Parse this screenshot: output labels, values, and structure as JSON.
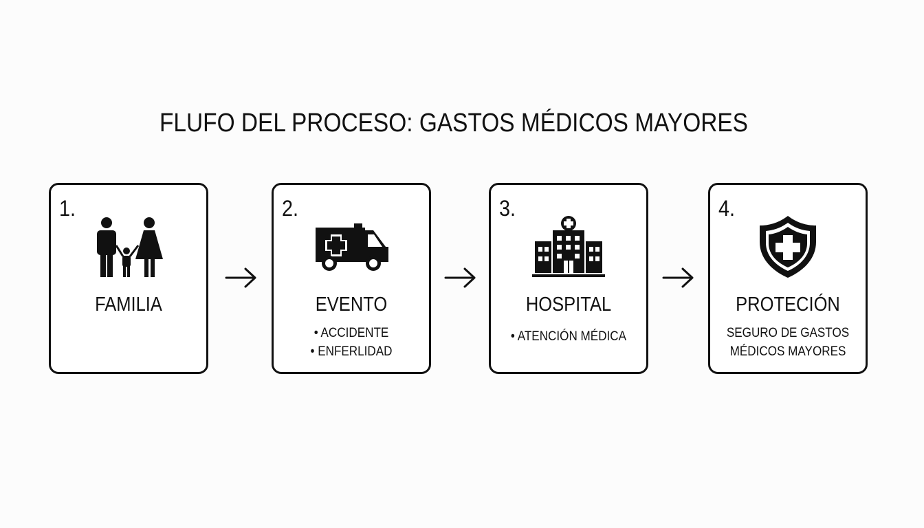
{
  "title": "FLUFO DEL PROCESO: GASTOS MÉDICOS MAYORES",
  "steps": [
    {
      "number": "1.",
      "icon": "family-icon",
      "title": "FAMILIA"
    },
    {
      "number": "2.",
      "icon": "ambulance-icon",
      "title": "EVENTO",
      "bullets": [
        "ACCIDENTE",
        "ENFERLIDAD"
      ]
    },
    {
      "number": "3.",
      "icon": "hospital-icon",
      "title": "HOSPITAL",
      "bullets": [
        "ATENCIÓN MÉDICA"
      ]
    },
    {
      "number": "4.",
      "icon": "shield-cross-icon",
      "title": "PROTECIÓN",
      "description_lines": [
        "SEGURO DE GASTOS",
        "MÉDICOS MAYORES"
      ]
    }
  ],
  "colors": {
    "ink": "#111111",
    "background": "#fcfcfc",
    "card": "#ffffff"
  }
}
